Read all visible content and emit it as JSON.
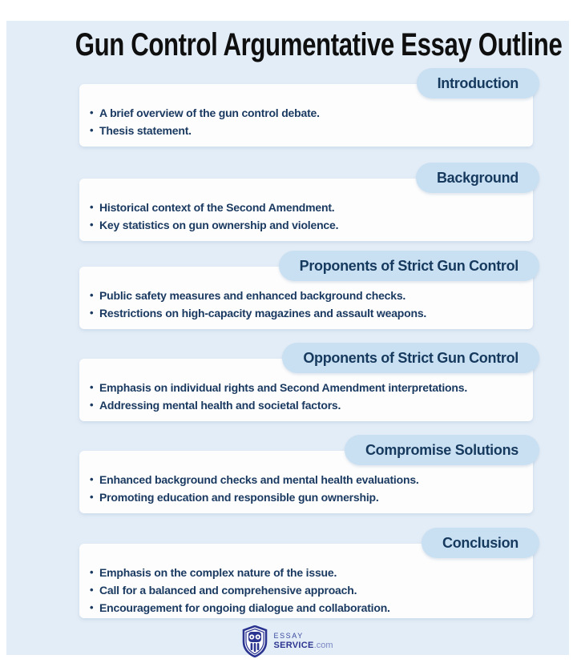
{
  "title": "Gun Control Argumentative Essay Outline",
  "colors": {
    "panel_background": "#e3edf7",
    "card_background": "#fdfdfd",
    "pill_background": "#c9e0f2",
    "text_navy": "#1b3a61",
    "title_black": "#0f0f0f",
    "logo_navy": "#2b3490"
  },
  "sections": [
    {
      "title": "Introduction",
      "bullets": [
        "A brief overview of the gun control debate.",
        "Thesis statement."
      ]
    },
    {
      "title": "Background",
      "bullets": [
        "Historical context of the Second Amendment.",
        "Key statistics on gun ownership and violence."
      ]
    },
    {
      "title": "Proponents of Strict Gun Control",
      "bullets": [
        "Public safety measures and enhanced background checks.",
        "Restrictions on high-capacity magazines and assault weapons."
      ]
    },
    {
      "title": "Opponents of Strict Gun Control",
      "bullets": [
        "Emphasis on individual rights and Second Amendment interpretations.",
        "Addressing mental health and societal factors."
      ]
    },
    {
      "title": "Compromise Solutions",
      "bullets": [
        "Enhanced background checks and mental health evaluations.",
        "Promoting education and responsible gun ownership."
      ]
    },
    {
      "title": "Conclusion",
      "bullets": [
        "Emphasis on the complex nature of the issue.",
        "Call for a balanced and comprehensive approach.",
        "Encouragement for ongoing dialogue and collaboration."
      ]
    }
  ],
  "footer": {
    "brand_top": "ESSAY",
    "brand_name": "SERVICE",
    "brand_tld": ".com"
  }
}
